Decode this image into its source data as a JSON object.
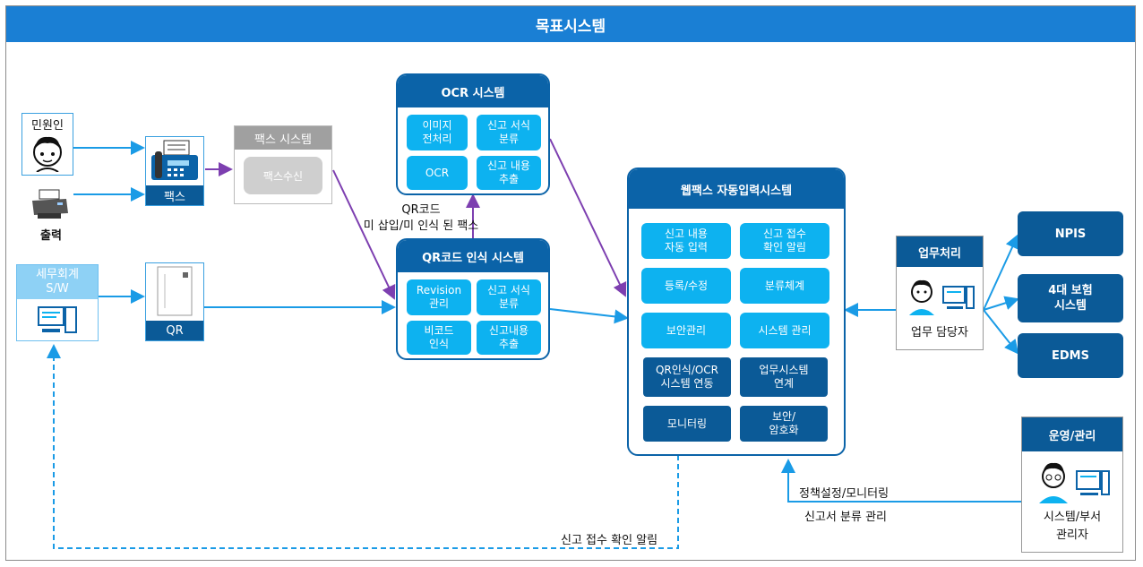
{
  "title": "목표시스템",
  "actors": {
    "citizen": "민원인",
    "print": "출력",
    "tax_sw": "세무회계\nS/W",
    "fax": "팩스",
    "qr": "QR"
  },
  "fax_system": {
    "title": "팩스 시스템",
    "item": "팩스수신"
  },
  "ocr_system": {
    "title": "OCR 시스템",
    "items": [
      "이미지\n전처리",
      "신고 서식\n분류",
      "OCR",
      "신고 내용\n추출"
    ]
  },
  "qr_note": "QR코드\n미 삽입/미 인식 된 팩스",
  "qr_system": {
    "title": "QR코드 인식 시스템",
    "items": [
      "Revision\n관리",
      "신고 서식\n분류",
      "비코드\n인식",
      "신고내용\n추출"
    ]
  },
  "webfax_system": {
    "title": "웹팩스 자동입력시스템",
    "items": [
      "신고 내용\n자동 입력",
      "신고 접수\n확인 알림",
      "등록/수정",
      "분류체계",
      "보안관리",
      "시스템 관리"
    ],
    "dark_items": [
      "QR인식/OCR\n시스템 연동",
      "업무시스템\n연계",
      "모니터링",
      "보안/\n암호화"
    ]
  },
  "work": {
    "title": "업무처리",
    "person": "업무 담당자"
  },
  "ops": {
    "title": "운영/관리",
    "person": "시스템/부서\n관리자"
  },
  "external": [
    "NPIS",
    "4대 보험\n시스템",
    "EDMS"
  ],
  "edge_labels": {
    "policy": "정책설정/모니터링",
    "classify": "신고서 분류 관리",
    "notify": "신고 접수 확인 알림"
  },
  "colors": {
    "header": "#1a7fd4",
    "cyan": "#0db2f0",
    "navy": "#0b5a97",
    "purple": "#7d3fb0",
    "arrow": "#1a9be6"
  },
  "icons": [
    "person-icon",
    "printer-icon",
    "computer-icon",
    "fax-icon",
    "document-icon",
    "worker-icon",
    "admin-icon"
  ]
}
